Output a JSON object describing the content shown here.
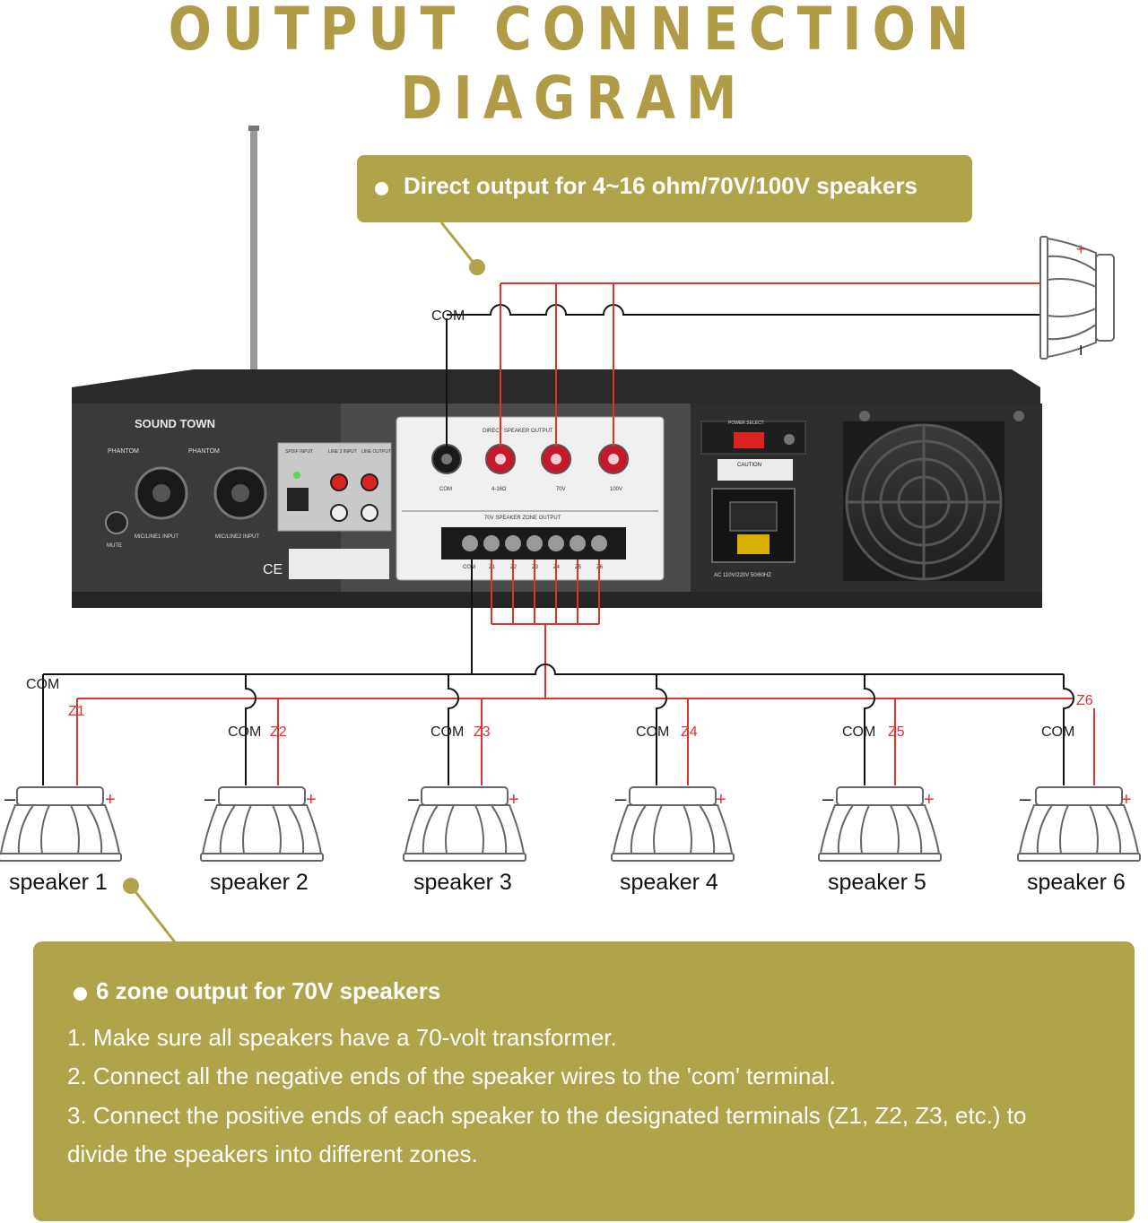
{
  "title": "OUTPUT CONNECTION DIAGRAM",
  "direct_output": {
    "label": "Direct output for 4~16 ohm/70V/100V speakers",
    "com_label": "COM",
    "plus_label": "+",
    "minus_label": "I"
  },
  "amplifier": {
    "brand": "SOUND TOWN",
    "phantom_label": "PHANTOM",
    "mic_input_1": "MIC/LINE1 INPUT",
    "mic_input_2": "MIC/LINE2 INPUT",
    "mute_label": "MUTE",
    "spdif_label": "SPDIF INPUT",
    "line3_label": "LINE 3 INPUT",
    "line_out_label": "LINE OUTPUT",
    "direct_header": "DIRECT SPEAKER OUTPUT",
    "terminal_labels": [
      "COM",
      "4-16Ω",
      "70V",
      "100V"
    ],
    "zone_header": "70V SPEAKER ZONE OUTPUT",
    "zone_terminals": [
      "COM",
      "Z1",
      "Z2",
      "Z3",
      "Z4",
      "Z5",
      "Z6"
    ],
    "power_select": "POWER SELECT",
    "caution": "CAUTION",
    "ac_label": "AC 110V/220V 50/60HZ"
  },
  "zones": {
    "com_label": "COM",
    "plus": "+",
    "minus": "–",
    "speakers": [
      {
        "name": "speaker 1",
        "zone": "Z1"
      },
      {
        "name": "speaker 2",
        "zone": "Z2"
      },
      {
        "name": "speaker 3",
        "zone": "Z3"
      },
      {
        "name": "speaker 4",
        "zone": "Z4"
      },
      {
        "name": "speaker 5",
        "zone": "Z5"
      },
      {
        "name": "speaker 6",
        "zone": "Z6"
      }
    ]
  },
  "zone_output": {
    "heading": "6 zone output for 70V speakers",
    "steps": [
      "1. Make sure all speakers have a 70-volt transformer.",
      "2. Connect all the negative ends of the speaker wires to the 'com' terminal.",
      "3. Connect the positive ends of each speaker to the designated terminals (Z1, Z2, Z3, etc.) to",
      "divide the speakers into different zones."
    ]
  },
  "colors": {
    "accent": "#b0a44a",
    "title": "#b09c47",
    "wire_positive": "#e03030",
    "wire_common": "#111111"
  }
}
